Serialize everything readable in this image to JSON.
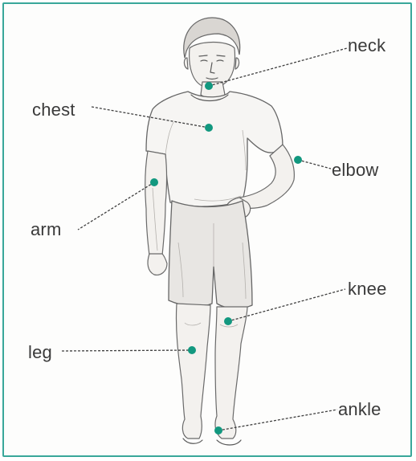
{
  "labels": {
    "neck": "neck",
    "chest": "chest",
    "elbow": "elbow",
    "arm": "arm",
    "knee": "knee",
    "leg": "leg",
    "ankle": "ankle"
  },
  "colors": {
    "frame": "#39a79a",
    "marker": "#12987f",
    "text": "#3a3a3a"
  }
}
